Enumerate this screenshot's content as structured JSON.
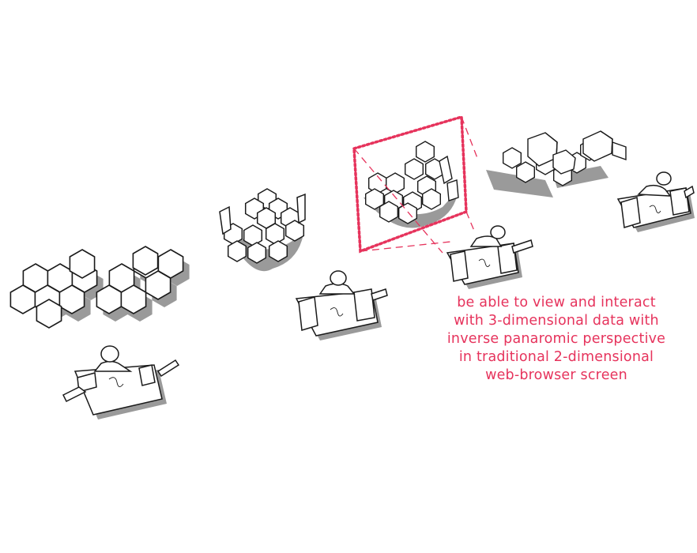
{
  "caption": {
    "lines": [
      "be able to view and interact",
      "with 3-dimensional data with",
      "inverse panaromic perspective",
      "in traditional 2-dimensional",
      "web-browser screen"
    ]
  },
  "colors": {
    "accent": "#e6335c",
    "ink": "#1a1a1a",
    "shadow": "#9a9a9a",
    "paper": "#ffffff"
  },
  "scenes": [
    "flat-hex-panel-with-user",
    "hex-dome-with-user",
    "framed-hex-dome-with-user",
    "floating-hex-cells-with-user"
  ]
}
